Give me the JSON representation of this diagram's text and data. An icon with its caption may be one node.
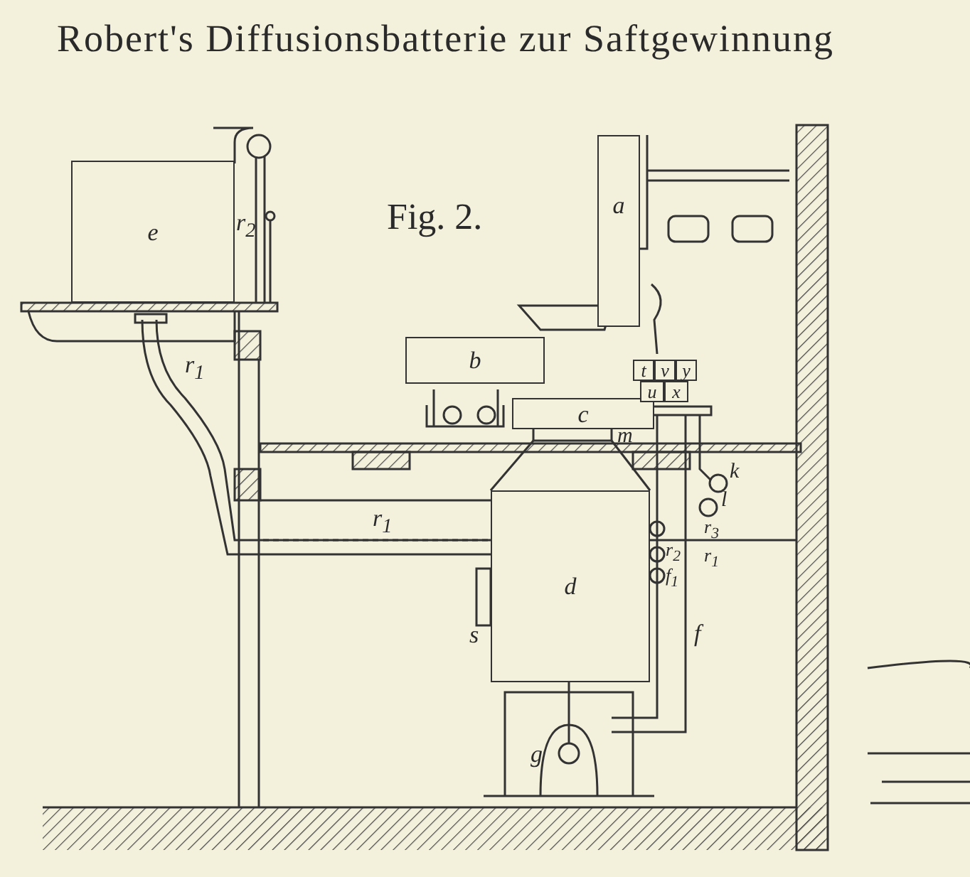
{
  "diagram": {
    "title": "Robert's Diffusionsbatterie zur Saftgewinnung",
    "nodes": [
      {
        "text": [
          "e"
        ]
      },
      {
        "text": [
          "a"
        ]
      },
      {
        "text": [
          "b"
        ]
      },
      {
        "text": [
          "c"
        ]
      },
      {
        "text": [
          "t"
        ]
      },
      {
        "text": [
          "v"
        ]
      },
      {
        "text": [
          "y"
        ]
      },
      {
        "text": [
          "u"
        ]
      },
      {
        "text": [
          "x"
        ]
      },
      {
        "text": [
          "d"
        ]
      }
    ],
    "edges": [],
    "labels": [
      "Fig. 2.",
      "r$_{2}$",
      "r$_{1}$",
      "r$_{1}$",
      "m",
      "k",
      "l",
      "r$_{3}$",
      "r$_{1}$",
      "r$_{2}$",
      "f$_{1}$",
      "s",
      "f",
      "g"
    ]
  }
}
